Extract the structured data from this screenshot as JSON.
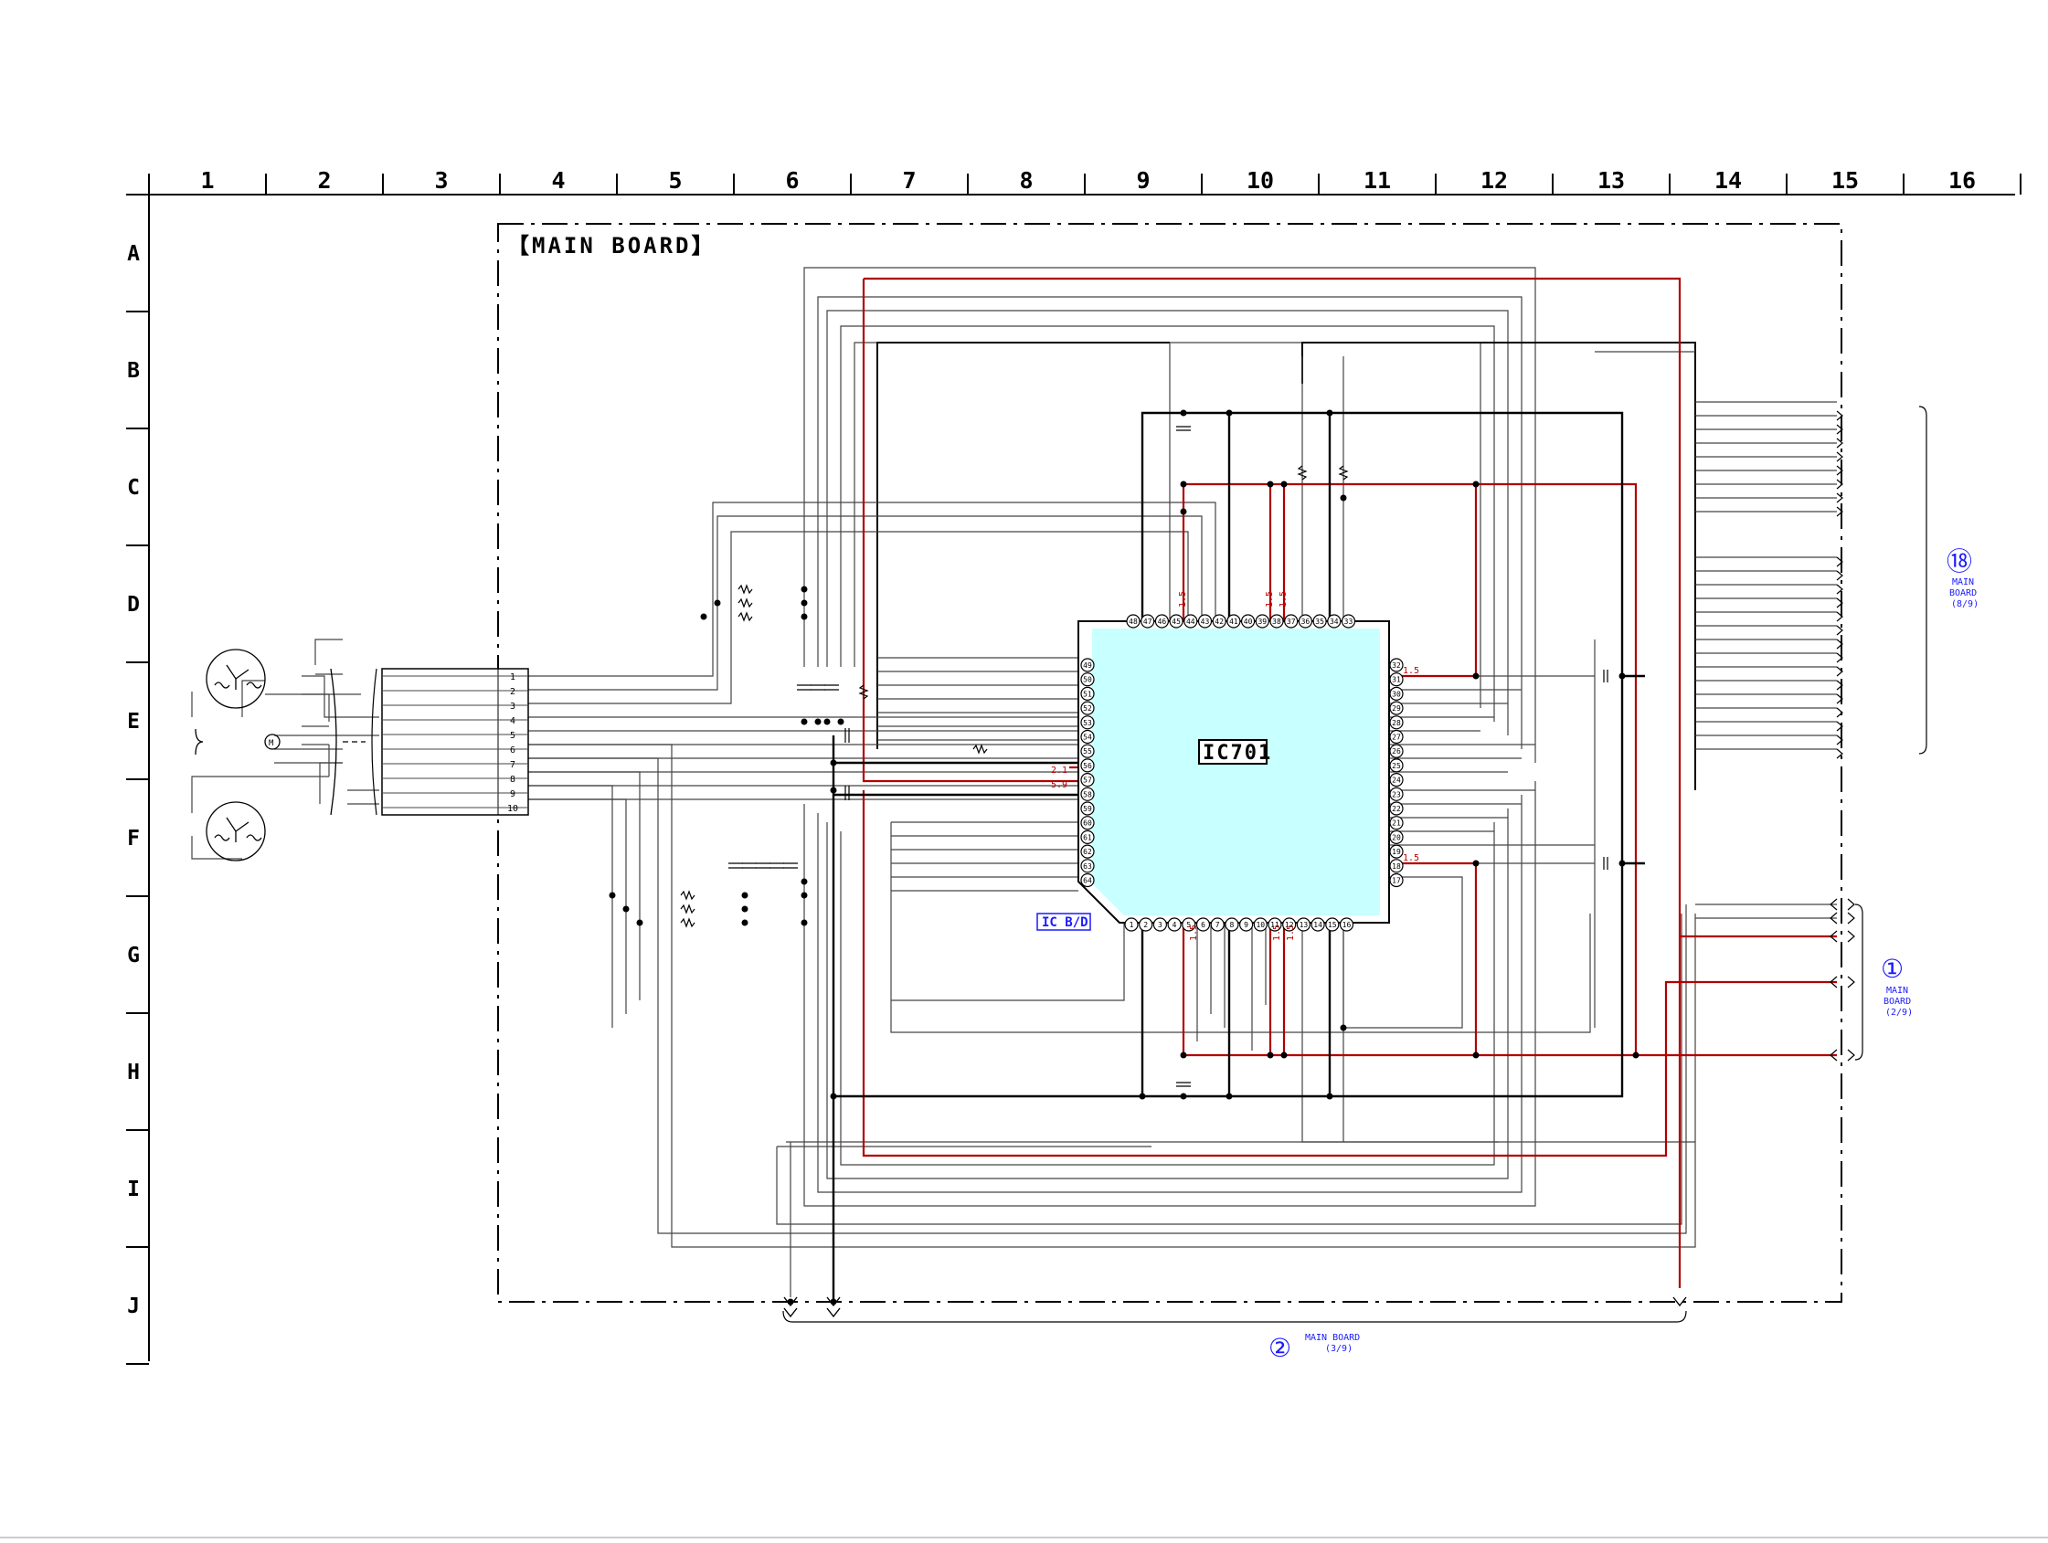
{
  "grid": {
    "columns": [
      "1",
      "2",
      "3",
      "4",
      "5",
      "6",
      "7",
      "8",
      "9",
      "10",
      "11",
      "12",
      "13",
      "14",
      "15",
      "16"
    ],
    "rows": [
      "A",
      "B",
      "C",
      "D",
      "E",
      "F",
      "G",
      "H",
      "I",
      "J"
    ]
  },
  "board": {
    "title": "【MAIN BOARD】"
  },
  "ic": {
    "name": "IC701",
    "board_tag": "IC B/D",
    "pins_top": [
      "48",
      "47",
      "46",
      "45",
      "44",
      "43",
      "42",
      "41",
      "40",
      "39",
      "38",
      "37",
      "36",
      "35",
      "34",
      "33"
    ],
    "pins_left": [
      "49",
      "50",
      "51",
      "52",
      "53",
      "54",
      "55",
      "56",
      "57",
      "58",
      "59",
      "60",
      "61",
      "62",
      "63",
      "64"
    ],
    "pins_right": [
      "32",
      "31",
      "30",
      "29",
      "28",
      "27",
      "26",
      "25",
      "24",
      "23",
      "22",
      "21",
      "20",
      "19",
      "18",
      "17"
    ],
    "pins_bottom": [
      "1",
      "2",
      "3",
      "4",
      "5",
      "6",
      "7",
      "8",
      "9",
      "10",
      "11",
      "12",
      "13",
      "14",
      "15",
      "16"
    ],
    "body_color": "#c8ffff"
  },
  "voltages": {
    "pin45": "1.5",
    "pin38": "1.5",
    "pin37": "1.5",
    "pin31": "1.5",
    "pin18": "1.5",
    "pin57": "2.1",
    "pin58": "5.9",
    "pin5": "1.5",
    "pin11": "1.5",
    "pin12": "1.5"
  },
  "connector": {
    "pins": [
      "1",
      "2",
      "3",
      "4",
      "5",
      "6",
      "7",
      "8",
      "9",
      "10"
    ]
  },
  "references": [
    {
      "number": "⑱",
      "line1": "MAIN",
      "line2": "BOARD",
      "line3": "(8/9)"
    },
    {
      "number": "①",
      "line1": "MAIN",
      "line2": "BOARD",
      "line3": "(2/9)"
    },
    {
      "number": "②",
      "line1": "MAIN BOARD",
      "line2": "(3/9)"
    }
  ],
  "colors": {
    "signal_red": "#b00000",
    "ic_fill": "#c8ffff",
    "reference_blue": "#1a1aff",
    "wire_gray": "#555555"
  }
}
